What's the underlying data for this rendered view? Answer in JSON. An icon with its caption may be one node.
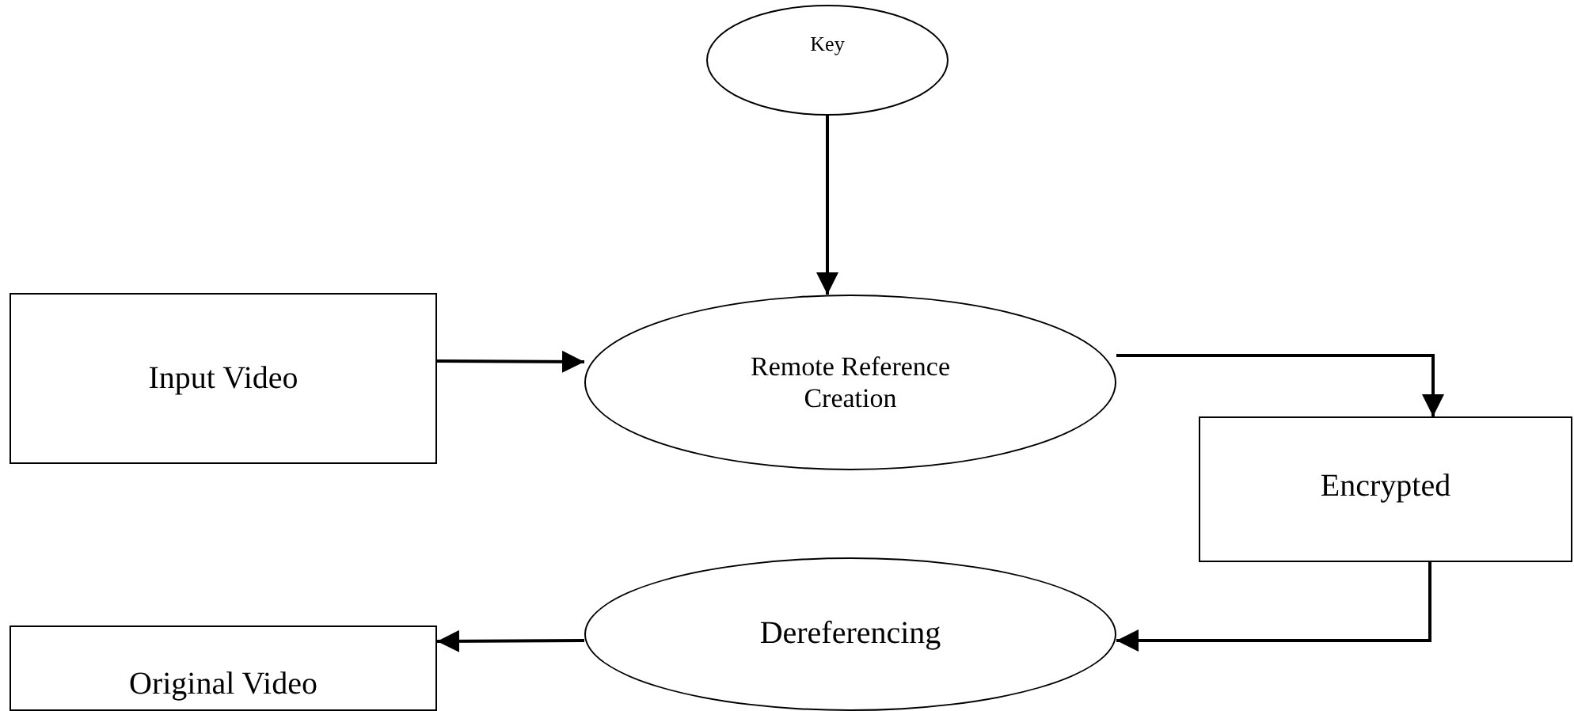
{
  "diagram": {
    "nodes": [
      {
        "text": [
          "Key"
        ]
      },
      {
        "text": [
          "Input Video"
        ]
      },
      {
        "text": [
          "Remote Reference Creation"
        ]
      },
      {
        "text": [
          "Encrypted"
        ]
      },
      {
        "text": [
          "Original Video"
        ]
      },
      {
        "text": [
          "Dereferencing"
        ]
      }
    ],
    "edges": [
      {
        "from": 0,
        "to": 2,
        "arrow": "to"
      },
      {
        "from": 1,
        "to": 2,
        "arrow": "to"
      },
      {
        "from": 2,
        "to": 3,
        "arrow": "to"
      },
      {
        "from": 3,
        "to": 5,
        "arrow": "to"
      },
      {
        "from": 5,
        "to": 4,
        "arrow": "to"
      }
    ]
  }
}
